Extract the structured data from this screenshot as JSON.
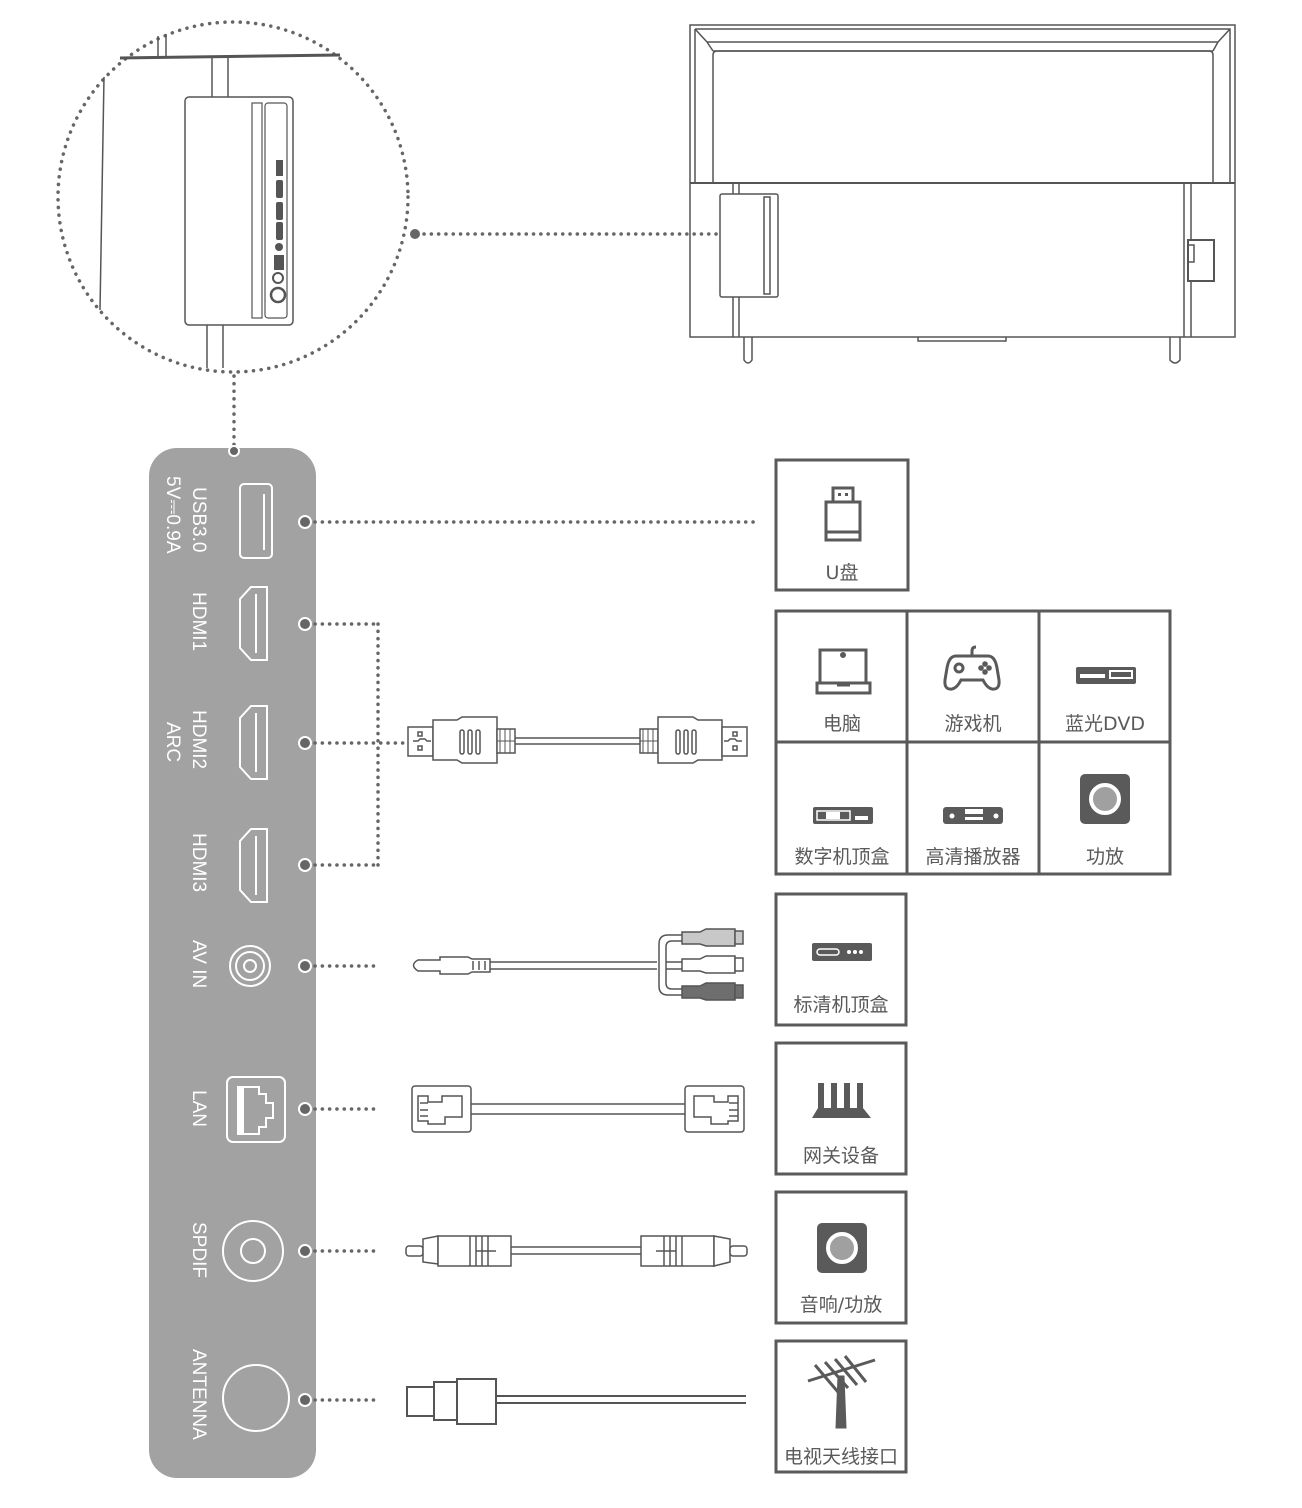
{
  "colors": {
    "panel": "#a2a2a2",
    "dark": "#5a5a5a",
    "line": "#555555",
    "dot": "#666666",
    "white": "#ffffff",
    "rca_red_gray": "#c8c8c8",
    "rca_white": "#ffffff",
    "rca_dark": "#6e6e6e"
  },
  "panel": {
    "ports": [
      {
        "id": "usb",
        "label": "USB3.0",
        "sublabel": "5V⎓0.9A",
        "icon": "usb-port-icon"
      },
      {
        "id": "hdmi1",
        "label": "HDMI1",
        "sublabel": "",
        "icon": "hdmi-port-icon"
      },
      {
        "id": "hdmi2",
        "label": "HDMI2",
        "sublabel": "ARC",
        "icon": "hdmi-port-icon"
      },
      {
        "id": "hdmi3",
        "label": "HDMI3",
        "sublabel": "",
        "icon": "hdmi-port-icon"
      },
      {
        "id": "avin",
        "label": "AV IN",
        "sublabel": "",
        "icon": "av-jack-icon"
      },
      {
        "id": "lan",
        "label": "LAN",
        "sublabel": "",
        "icon": "ethernet-port-icon"
      },
      {
        "id": "spdif",
        "label": "SPDIF",
        "sublabel": "",
        "icon": "spdif-port-icon"
      },
      {
        "id": "antenna",
        "label": "ANTENNA",
        "sublabel": "",
        "icon": "antenna-port-icon"
      }
    ]
  },
  "cables": [
    {
      "id": "hdmi-cable",
      "name": "HDMI cable"
    },
    {
      "id": "av-cable",
      "name": "3.5mm to RCA cable"
    },
    {
      "id": "lan-cable",
      "name": "RJ45 network cable"
    },
    {
      "id": "spdif-cable",
      "name": "Coaxial audio cable"
    },
    {
      "id": "antenna-cable",
      "name": "Antenna cable"
    }
  ],
  "devices": {
    "usb": [
      {
        "label": "U盘",
        "icon": "usb-drive-icon"
      }
    ],
    "hdmi": [
      {
        "label": "电脑",
        "icon": "laptop-icon"
      },
      {
        "label": "游戏机",
        "icon": "gamepad-icon"
      },
      {
        "label": "蓝光DVD",
        "icon": "bluray-player-icon"
      },
      {
        "label": "数字机顶盒",
        "icon": "digital-set-top-box-icon"
      },
      {
        "label": "高清播放器",
        "icon": "hd-player-icon"
      },
      {
        "label": "功放",
        "icon": "amplifier-icon"
      }
    ],
    "av": [
      {
        "label": "标清机顶盒",
        "icon": "sd-set-top-box-icon"
      }
    ],
    "lan": [
      {
        "label": "网关设备",
        "icon": "router-icon"
      }
    ],
    "spdif": [
      {
        "label": "音响/功放",
        "icon": "speaker-icon"
      }
    ],
    "antenna": [
      {
        "label": "电视天线接口",
        "icon": "tv-antenna-icon"
      }
    ]
  }
}
